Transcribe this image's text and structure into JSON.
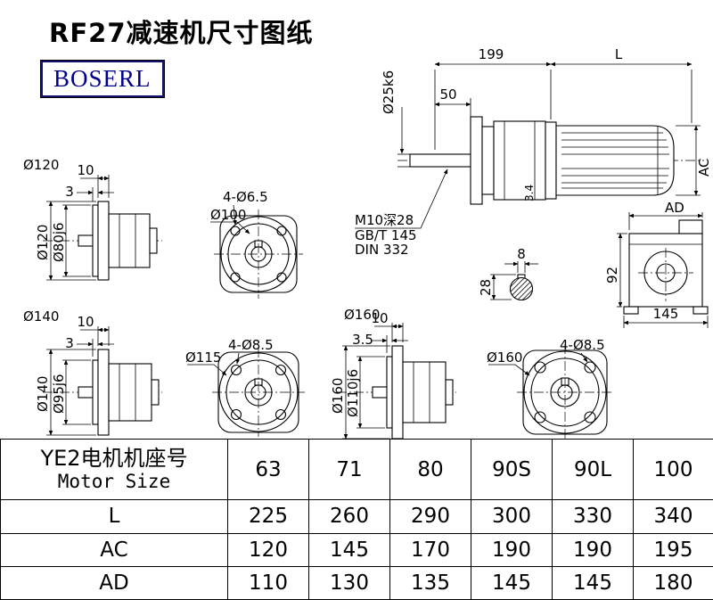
{
  "page": {
    "title": "RF27减速机尺寸图纸",
    "logo": "BOSERL"
  },
  "drawing": {
    "main": {
      "d199": "199",
      "dL": "L",
      "d50": "50",
      "shaft": "Ø25k6",
      "ac": "AC",
      "d34": "3.4",
      "note1": "M10深28",
      "note2": "GB/T 145",
      "note3": "DIN 332"
    },
    "side": {
      "ad": "AD",
      "d92": "92",
      "d145": "145"
    },
    "key": {
      "d8": "8",
      "d28": "28"
    },
    "f120": {
      "title": "Ø120",
      "d10": "10",
      "d3": "3",
      "od": "Ø120",
      "spigot": "Ø80j6"
    },
    "front100": {
      "holes": "4-Ø6.5",
      "dia": "Ø100"
    },
    "f140": {
      "title": "Ø140",
      "d10": "10",
      "d3": "3",
      "od": "Ø140",
      "spigot": "Ø95j6"
    },
    "front115": {
      "holes": "4-Ø8.5",
      "dia": "Ø115"
    },
    "f160": {
      "title": "Ø160",
      "d10": "10",
      "d3": "3.5",
      "od": "Ø160",
      "spigot": "Ø110j6"
    },
    "front160": {
      "holes": "4-Ø8.5",
      "dia": "Ø160"
    }
  },
  "table": {
    "header_line1": "YE2电机机座号",
    "header_line2": "Motor Size",
    "sizes": [
      "63",
      "71",
      "80",
      "90S",
      "90L",
      "100"
    ],
    "rows": [
      {
        "label": "L",
        "values": [
          "225",
          "260",
          "290",
          "300",
          "330",
          "340"
        ]
      },
      {
        "label": "AC",
        "values": [
          "120",
          "145",
          "170",
          "190",
          "190",
          "195"
        ]
      },
      {
        "label": "AD",
        "values": [
          "110",
          "130",
          "135",
          "145",
          "145",
          "180"
        ]
      }
    ]
  }
}
